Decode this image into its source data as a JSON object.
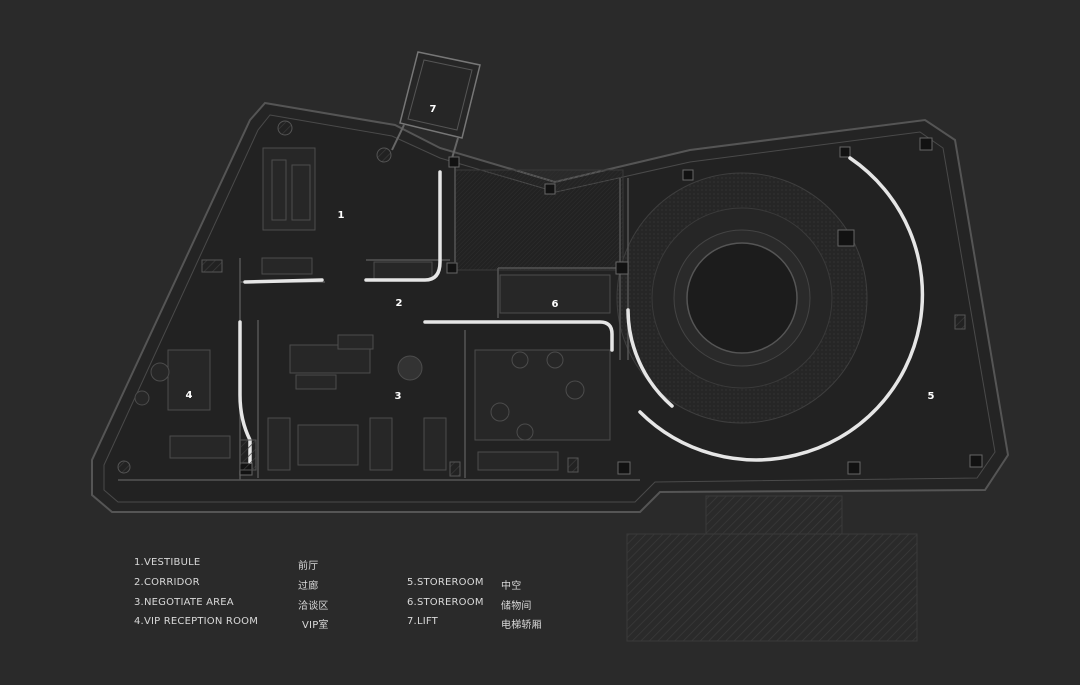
{
  "colors": {
    "background": "#2a2a2a",
    "slab": "#232323",
    "wall_line": "#5a5a5a",
    "light_strip": "#e6e6e6",
    "hatch": "#3a3a3a",
    "text": "#d9d9d9"
  },
  "rooms": [
    {
      "id": "1",
      "number": "1"
    },
    {
      "id": "2",
      "number": "2"
    },
    {
      "id": "3",
      "number": "3"
    },
    {
      "id": "4",
      "number": "4"
    },
    {
      "id": "5",
      "number": "5"
    },
    {
      "id": "6",
      "number": "6"
    },
    {
      "id": "7",
      "number": "7"
    }
  ],
  "legend": [
    {
      "en": "1.VESTIBULE",
      "zh": "前厅"
    },
    {
      "en": "2.CORRIDOR",
      "zh": "过廊"
    },
    {
      "en": "3.NEGOTIATE AREA",
      "zh": "洽谈区"
    },
    {
      "en": "4.VIP RECEPTION ROOM",
      "zh": "VIP室"
    },
    {
      "en": "5.STOREROOM",
      "zh": "中空"
    },
    {
      "en": "6.STOREROOM",
      "zh": "储物间"
    },
    {
      "en": "7.LIFT",
      "zh": "电梯轿厢"
    }
  ]
}
